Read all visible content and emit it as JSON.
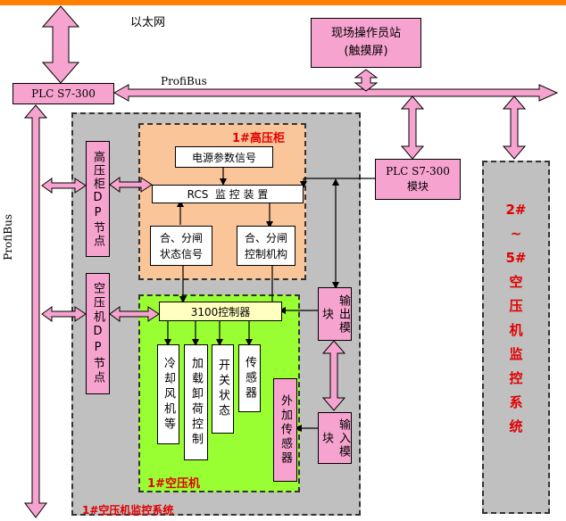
{
  "labels": {
    "ethernet": "以太网",
    "profibus_top": "ProfiBus",
    "profibus_side": "ProfiBus",
    "station": "现场操作员站",
    "station_sub": "(触摸屏)",
    "plc_main": "PLC S7-300",
    "plc_module_line1": "PLC S7-300",
    "plc_module_line2": "模块",
    "hv_cabinet_title": "1#高压柜",
    "power_signal": "电源参数信号",
    "rcs": "RCS  监 控 装 置",
    "switch_state": "合、分闸\n状态信号",
    "switch_control": "合、分闸\n控制机构",
    "hv_dp_node": "高压柜DP节点",
    "ac_dp_node": "空压机DP节点",
    "controller": "3100控制器",
    "cooling_fan": "冷却风机等",
    "load_unload": "加载卸荷控制",
    "switch_status": "开关状态",
    "sensor": "传感器",
    "ext_sensor": "外加传感器",
    "output_module": "输出模块",
    "input_module": "输入模块",
    "compressor_title": "1#空压机",
    "monitor_system_title": "1#空压机监控系统",
    "other_systems": "2#\n~\n5#\n空\n压\n机\n监\n控\n系\n统"
  },
  "colors": {
    "top_bar": "#ff8000",
    "pink": "#f7a3cf",
    "gray_region": "#c0c0c0",
    "orange_region": "#fbc59a",
    "green_region": "#99ff33",
    "controller_fill": "#ffffc0",
    "title_red": "#e00000"
  }
}
